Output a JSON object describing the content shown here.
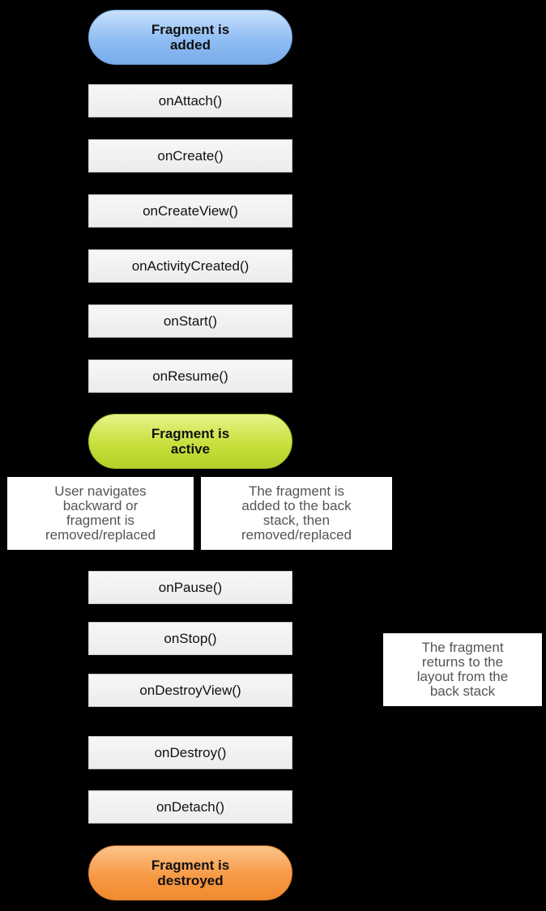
{
  "states": {
    "added": "Fragment is\nadded",
    "active": "Fragment is\nactive",
    "destroyed": "Fragment is\ndestroyed"
  },
  "steps_start": [
    "onAttach()",
    "onCreate()",
    "onCreateView()",
    "onActivityCreated()",
    "onStart()",
    "onResume()"
  ],
  "steps_end": [
    "onPause()",
    "onStop()",
    "onDestroyView()",
    "onDestroy()",
    "onDetach()"
  ],
  "notes": {
    "user_navigates": "User navigates\nbackward or\nfragment is\nremoved/replaced",
    "back_stack": "The fragment is\nadded to the back\nstack, then\nremoved/replaced",
    "returns": "The fragment\nreturns to the\nlayout from the\nback stack"
  },
  "colors": {
    "background": "#000000",
    "added": "#8fbdf3",
    "active": "#c8e03c",
    "destroyed": "#f79a45",
    "step_fill": "#eeeeee",
    "note_text": "#555555"
  }
}
